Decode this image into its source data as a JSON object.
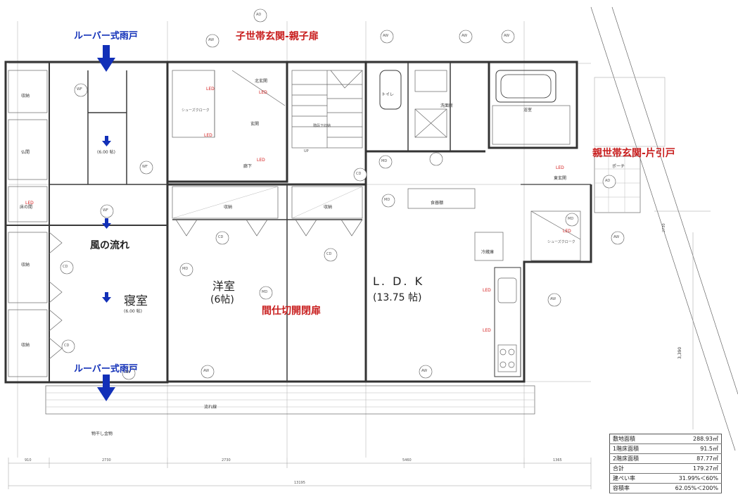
{
  "annotations": {
    "louver_top": "ルーバー式雨戸",
    "louver_bottom": "ルーバー式雨戸",
    "child_entrance": "子世帯玄関-親子扉",
    "parent_entrance": "親世帯玄関-片引戸",
    "sliding_doors": "間仕切開閉扉",
    "wind_flow": "風の流れ"
  },
  "rooms": {
    "bedroom": "寝室",
    "bedroom_area": "(6.00 帖)",
    "western": "洋室",
    "western_area": "(6帖)",
    "ldk": "L. D. K",
    "ldk_area": "(13.75 帖)",
    "upper_area": "(6.00 帖)",
    "toilet": "トイレ",
    "washroom": "洗面所",
    "bath": "浴室",
    "north_entrance": "北玄関",
    "entrance": "玄関",
    "east_entrance": "東玄関",
    "hall": "廊下",
    "porch": "ポーチ",
    "storage": "収納",
    "altar": "仏間",
    "tokonoma": "床の間",
    "food_shelf": "食器棚",
    "fridge": "冷蔵庫",
    "shoes_cloak": "シューズクローク",
    "shoes_cloak2": "シューズクローク",
    "stairs_label": "階段下収納",
    "up": "UP",
    "flow_line": "流れ線",
    "drying": "物干し金物"
  },
  "fixtures": {
    "led": "LED",
    "step_led": "LED"
  },
  "markers": {
    "aw": "AW",
    "wf": "WF",
    "cd": "CD",
    "md": "MD",
    "ad": "AD"
  },
  "dimensions": {
    "d1": "910",
    "d2": "2730",
    "d3": "2730",
    "d4": "5460",
    "d5": "1365",
    "total": "13195",
    "right": "3,390",
    "right2": "2730"
  },
  "area_table": [
    {
      "label": "敷地面積",
      "value": "288.93㎡"
    },
    {
      "label": "1階床面積",
      "value": "91.5㎡"
    },
    {
      "label": "2階床面積",
      "value": "87.77㎡"
    },
    {
      "label": "合計",
      "value": "179.27㎡"
    },
    {
      "label": "建ぺい率",
      "value": "31.99%＜60%"
    },
    {
      "label": "容積率",
      "value": "62.05%＜200%"
    }
  ],
  "colors": {
    "blue_label": "#1230b8",
    "red_label": "#c81e1e"
  }
}
